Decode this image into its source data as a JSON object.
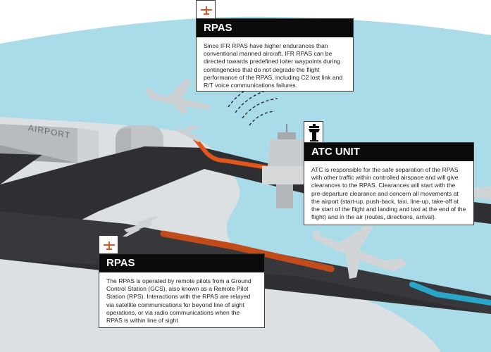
{
  "scene": {
    "building_sign": "AIRPORT",
    "colors": {
      "sky": "#a9dce8",
      "ground": "#dde0e2",
      "runway": "#2f2f33",
      "building": "#b9bcbf",
      "path_accent": "#e0561c",
      "path_arrival": "#29a5c7",
      "card_header": "#0b0b0b"
    }
  },
  "cards": {
    "rpas_air": {
      "title": "RPAS",
      "icon": "drone-icon",
      "text": "Since IFR RPAS have higher endurances than conventional manned aircraft, IFR RPAS can be directed towards predefined loiter waypoints during contingencies that do not degrade the flight performance of the RPAS, including C2 lost link and R/T voice communications failures."
    },
    "atc": {
      "title": "ATC UNIT",
      "icon": "control-tower-icon",
      "text": "ATC is responsible for the safe separation of the RPAS with other traffic within controlled airspace and will give clearances to the RPAS. Clearances will start with the pre-departure clearance and concern all movements at the airport (start-up, push-back, taxi, line-up, take-off at the start of the flight and landing and taxi at the end of the flight) and in the air (routes, directions, arrival)."
    },
    "rpas_ground": {
      "title": "RPAS",
      "icon": "drone-icon",
      "text": "The RPAS is operated by remote pilots from a Ground Control Station (GCS), also known as a Remote Pilot Station (RPS). Interactions with the RPAS are relayed via satellite communications for beyond line of sight operations, or via radio communications when the RPAS is within line of sight"
    }
  }
}
